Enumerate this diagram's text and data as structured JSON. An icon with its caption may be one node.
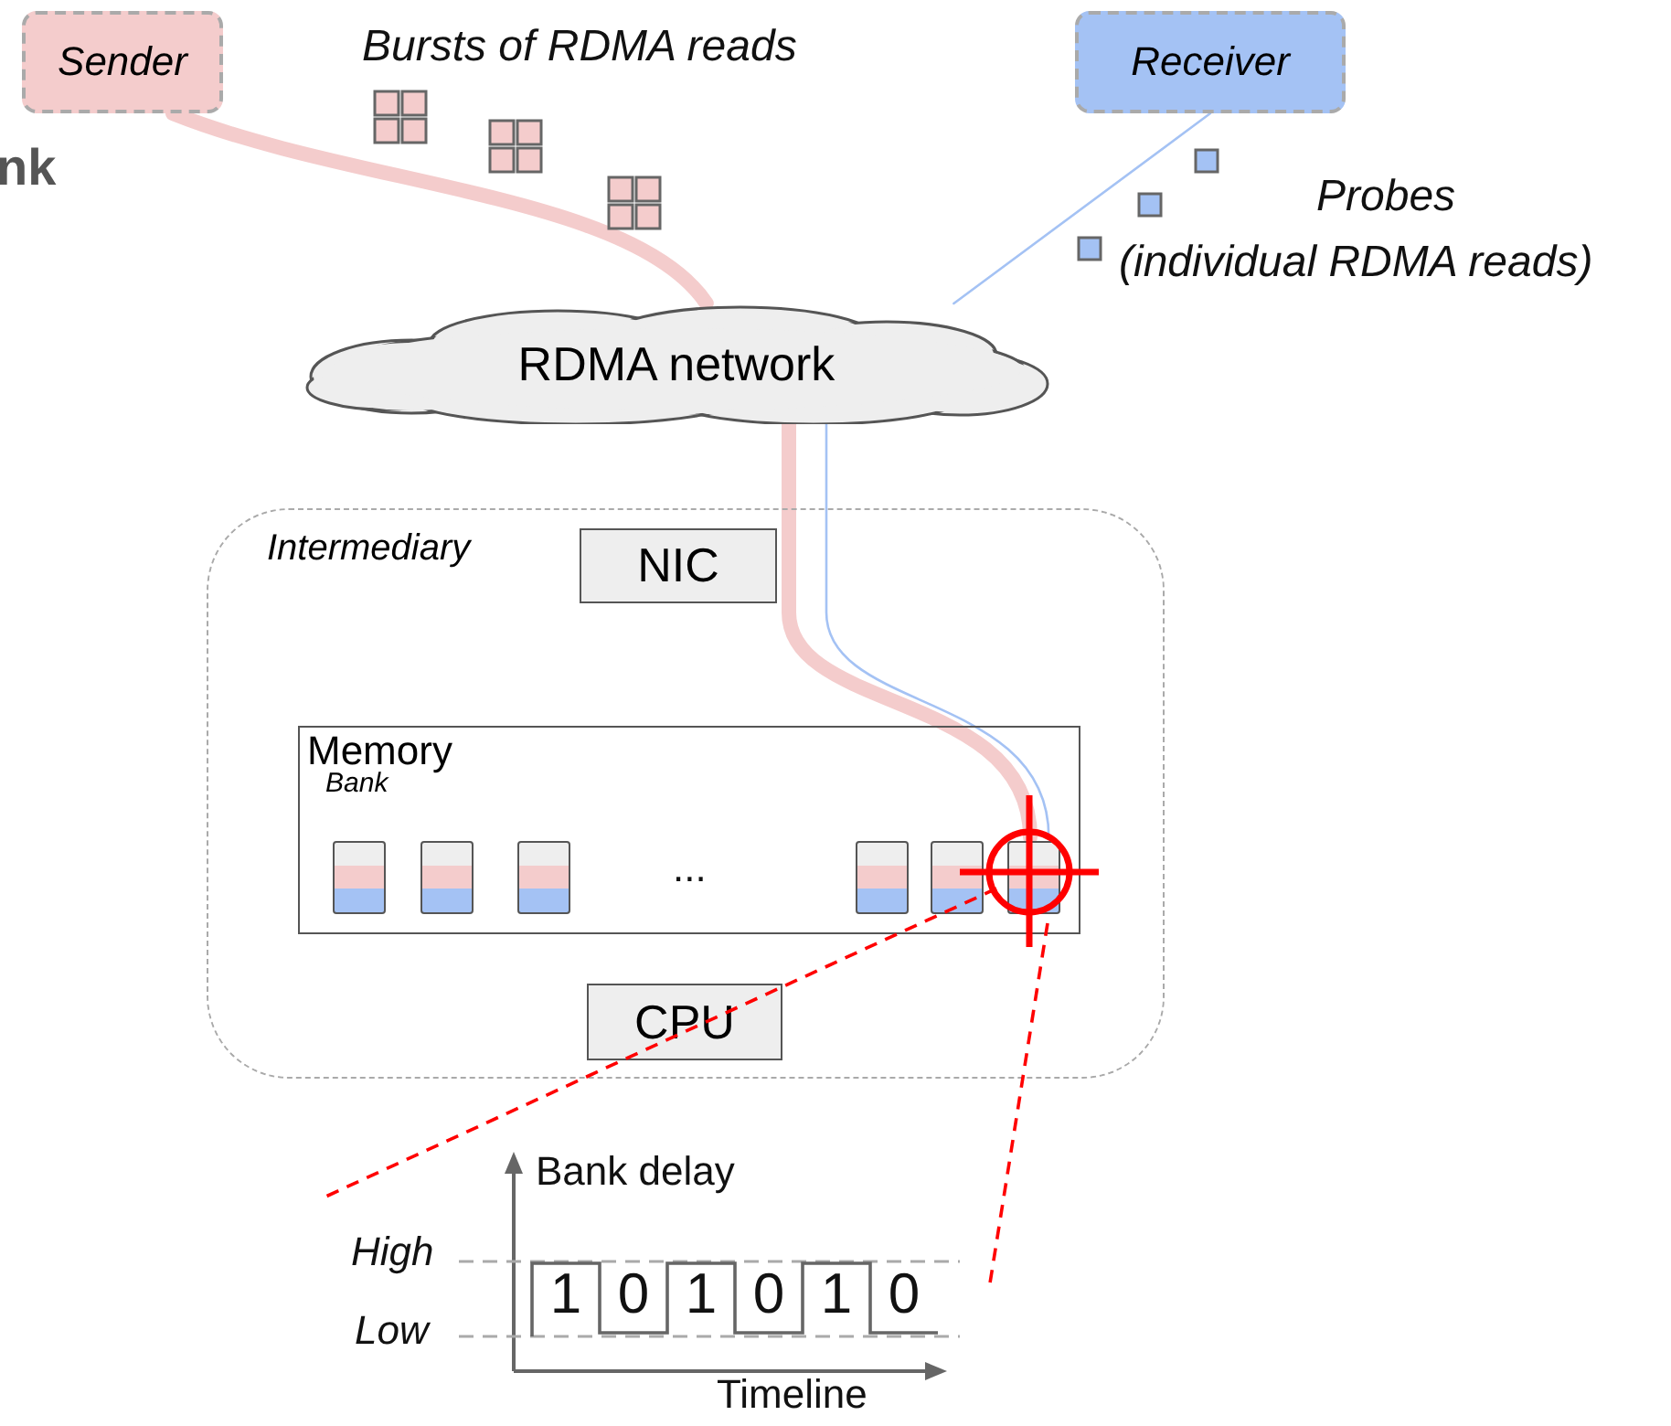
{
  "diagram": {
    "nodes": [
      {
        "text": [
          "Sender"
        ]
      },
      {
        "text": [
          "Receiver"
        ]
      },
      {
        "text": [
          "RDMA network"
        ]
      },
      {
        "text": [
          "Intermediary"
        ]
      },
      {
        "text": [
          "NIC"
        ],
        "in": 3
      },
      {
        "text": [
          "Memory",
          "Bank"
        ],
        "in": 3
      },
      {
        "text": [],
        "shape": "box",
        "in": 5
      },
      {
        "text": [],
        "shape": "box",
        "in": 5
      },
      {
        "text": [],
        "shape": "box",
        "in": 5
      },
      {
        "text": [],
        "shape": "box",
        "in": 5
      },
      {
        "text": [],
        "shape": "box",
        "in": 5
      },
      {
        "text": [],
        "shape": "box",
        "in": 5
      },
      {
        "text": [
          "CPU"
        ],
        "in": 3
      }
    ],
    "edges": [
      {
        "from": 0,
        "to": 2,
        "arrow": "none",
        "style": "thick",
        "color": "#f4cccc"
      },
      {
        "from": 2,
        "to": 11,
        "arrow": "none",
        "style": "thick",
        "color": "#f4cccc"
      },
      {
        "from": 1,
        "to": 2,
        "arrow": "none",
        "color": "#a4c2f4"
      },
      {
        "from": 2,
        "to": 11,
        "arrow": "none",
        "color": "#a4c2f4"
      }
    ],
    "labels": [
      "nk",
      "Bursts of RDMA reads",
      "Probes",
      "(individual RDMA reads)",
      "...",
      "Bank delay",
      "High",
      "Low",
      "1",
      "0",
      "1",
      "0",
      "1",
      "0",
      "Timeline"
    ]
  }
}
